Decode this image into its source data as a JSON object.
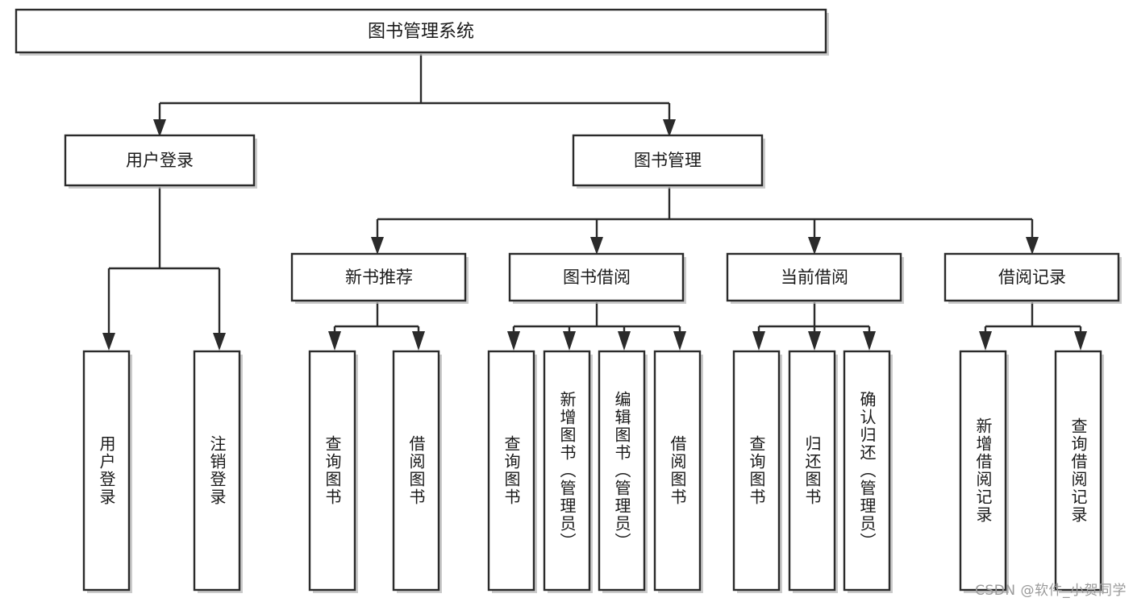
{
  "diagram": {
    "title": "图书管理系统",
    "type": "hierarchy-tree",
    "watermark": "CSDN @软件_小贺同学",
    "colors": {
      "box_fill": "#ffffff",
      "box_stroke": "#2b2b2b",
      "connector": "#2b2b2b",
      "text": "#1a1a1a",
      "watermark": "#9a9a9a",
      "background": "#ffffff"
    },
    "root": {
      "label": "图书管理系统"
    },
    "level2": [
      {
        "label": "用户登录"
      },
      {
        "label": "图书管理"
      }
    ],
    "level3": [
      {
        "label": "新书推荐"
      },
      {
        "label": "图书借阅"
      },
      {
        "label": "当前借阅"
      },
      {
        "label": "借阅记录"
      }
    ],
    "leaves": {
      "user_login": [
        {
          "label": "用户登录"
        },
        {
          "label": "注销登录"
        }
      ],
      "new_book_recommend": [
        {
          "label": "查询图书"
        },
        {
          "label": "借阅图书"
        }
      ],
      "book_borrow": [
        {
          "label": "查询图书"
        },
        {
          "label": "新增图书（管理员）"
        },
        {
          "label": "编辑图书（管理员）"
        },
        {
          "label": "借阅图书"
        }
      ],
      "current_borrow": [
        {
          "label": "查询图书"
        },
        {
          "label": "归还图书"
        },
        {
          "label": "确认归还（管理员）"
        }
      ],
      "borrow_record": [
        {
          "label": "新增借阅记录"
        },
        {
          "label": "查询借阅记录"
        }
      ]
    }
  }
}
